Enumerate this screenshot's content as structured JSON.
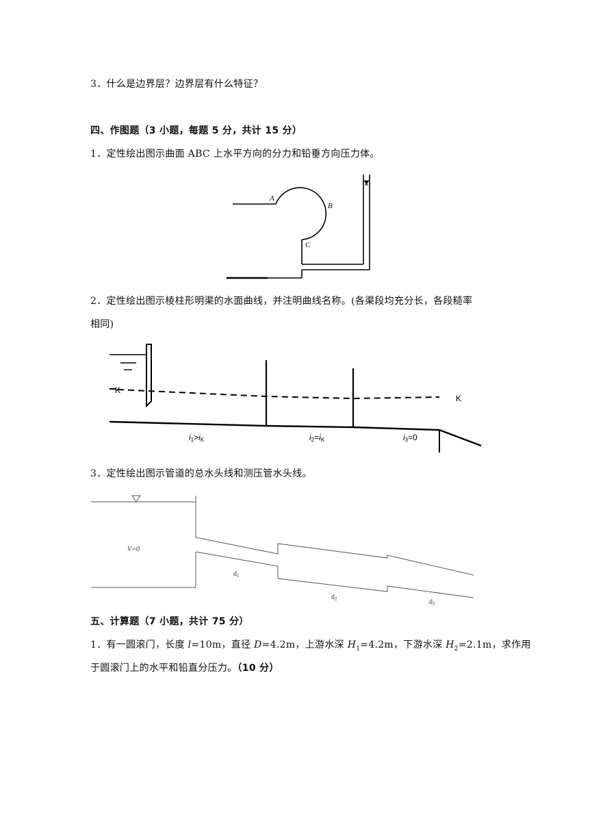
{
  "q3_short": "3．什么是边界层？边界层有什么特征？",
  "section4": {
    "heading": "四、作图题（3 小题，每题 5 分，共计 15 分）",
    "q1": "1．定性绘出图示曲面 ABC 上水平方向的分力和铅垂方向压力体。",
    "fig1_labels": {
      "A": "A",
      "B": "B",
      "C": "C"
    },
    "q2_line1": "2．定性绘出图示棱柱形明渠的水面曲线，并注明曲线名称。(各渠段均充分长，各段糙率",
    "q2_line2": "相同)",
    "fig2_labels": {
      "k_left": "K",
      "k_right": "K",
      "i1": "i",
      "i1_sub": "1",
      "i1_rel": ">",
      "i1_k": "i",
      "i1_k_sub": "K",
      "i2": "i",
      "i2_sub": "2",
      "i2_rel": "=",
      "i2_k": "i",
      "i2_k_sub": "K",
      "i3": "i",
      "i3_sub": "3",
      "i3_rel": "=0"
    },
    "q3": "3．定性绘出图示管道的总水头线和测压管水头线。",
    "fig3_labels": {
      "v0": "V=0",
      "d1": "d",
      "d1_sub": "1",
      "d2": "d",
      "d2_sub": "2",
      "d3": "d",
      "d3_sub": "3"
    }
  },
  "section5": {
    "heading": "五、计算题（7 小题，共计 75 分）",
    "q1_line1_parts": {
      "a": "1．有一圆滚门，长度 ",
      "l": "l",
      "b": "=10m，直径 ",
      "D": "D",
      "c": "=4.2m，上游水深 ",
      "H": "H",
      "H1sub": "1",
      "d": "=4.2m，下游水深 ",
      "H2": "H",
      "H2sub": "2",
      "e": "=2.1m，求作用"
    },
    "q1_line2": "于圆滚门上的水平和铅直分压力。",
    "q1_points": "（10 分）"
  }
}
